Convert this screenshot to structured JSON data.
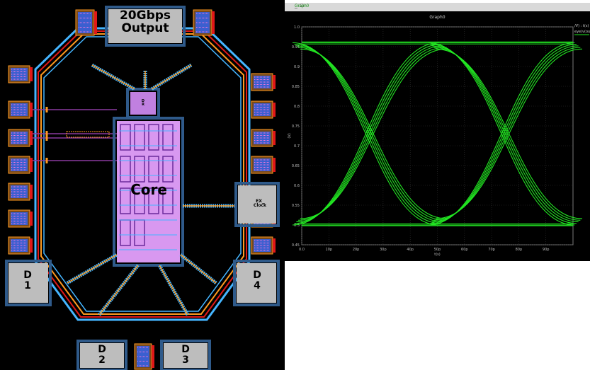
{
  "layout": {
    "pad_output_label": "20Gbps\nOutput",
    "core_label": "Core",
    "small_block_label": "D\nR",
    "clock_pad_label": "EX_\nClock",
    "pad_d1_label": "D\n1",
    "pad_d2_label": "D\n2",
    "pad_d3_label": "D\n3",
    "pad_d4_label": "D\n4",
    "colors": {
      "background": "#000000",
      "highlight_box": "#2f5a8a",
      "pad_fill": "#bdbdbd",
      "core_fill": "#b06ad0",
      "route_blue": "#45b5ff",
      "route_orange": "#ff9a1f",
      "route_red": "#e01818"
    }
  },
  "scope": {
    "window_title": "Graph0",
    "graph_title": "Graph0",
    "window_controls": "_ □",
    "legend_title": "/V) : t(s)",
    "legend_entry": "eye(v(out))",
    "ylabel": "(V)",
    "xlabel": "t(s)",
    "colors": {
      "trace": "#22e622",
      "background": "#000000",
      "grid": "#333333"
    }
  },
  "chart_data": {
    "type": "line",
    "title": "Graph0",
    "xlabel": "t(s)",
    "ylabel": "(V)",
    "xlim": [
      0,
      100
    ],
    "ylim": [
      0.45,
      1.0
    ],
    "x_ticks": [
      "0.0",
      "10p",
      "20p",
      "30p",
      "40p",
      "50p",
      "60p",
      "70p",
      "80p",
      "90p"
    ],
    "y_ticks": [
      "1.0",
      "0.95",
      "0.9",
      "0.85",
      "0.8",
      "0.75",
      "0.7",
      "0.65",
      "0.6",
      "0.55",
      "0.5",
      "0.45"
    ],
    "grid": true,
    "legend_placement": "top-right",
    "series": [
      {
        "name": "eye(v(out))",
        "description_points": {
          "top_level_v": 0.96,
          "bottom_level_v": 0.5,
          "crossings_ps": [
            25,
            75
          ],
          "crossing_level_v": 0.73,
          "eye_period_ps": 50
        }
      }
    ]
  }
}
